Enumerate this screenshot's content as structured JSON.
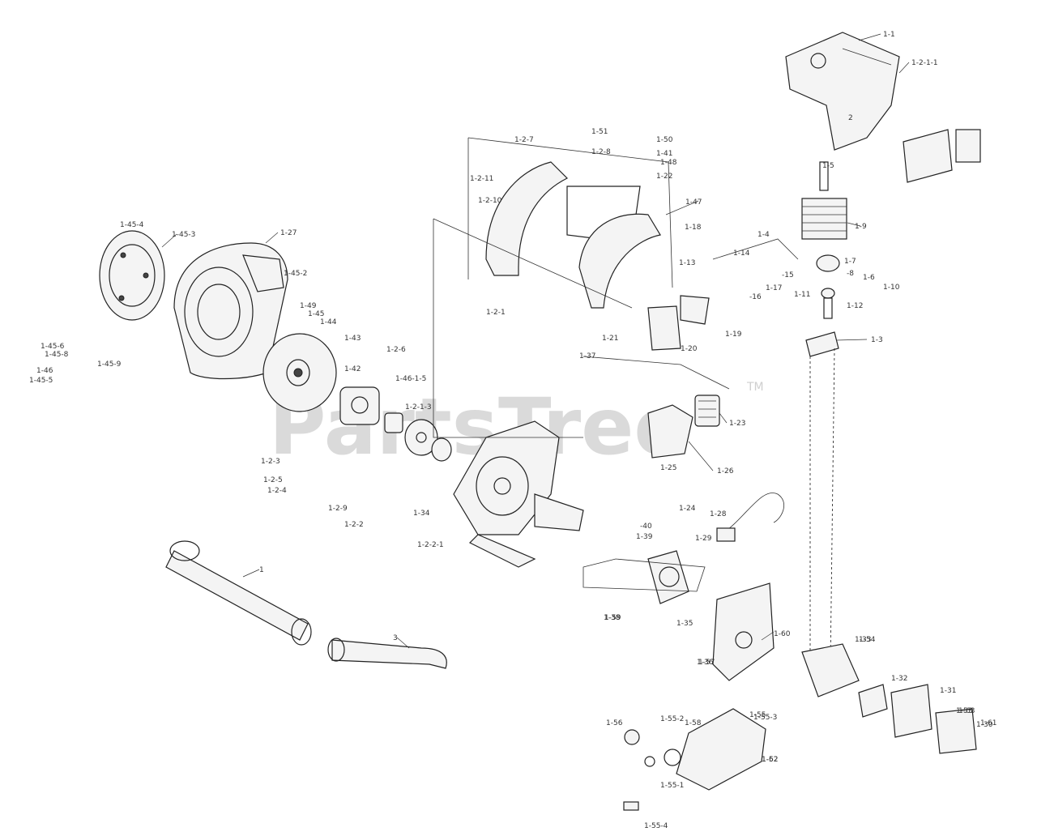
{
  "watermark": {
    "text": "PartsTree",
    "tm": "TM"
  },
  "callouts": [
    {
      "id": "c1",
      "text": "1-1"
    },
    {
      "id": "c2",
      "text": "1-2-1-1"
    },
    {
      "id": "c3",
      "text": "1-3"
    },
    {
      "id": "c4",
      "text": "1-4"
    },
    {
      "id": "c5",
      "text": "1-5"
    },
    {
      "id": "c6",
      "text": "1-6"
    },
    {
      "id": "c7",
      "text": "1-7"
    },
    {
      "id": "c8",
      "text": "-8"
    },
    {
      "id": "c9",
      "text": "1-9"
    },
    {
      "id": "c10",
      "text": "1-10"
    },
    {
      "id": "c11",
      "text": "1-11"
    },
    {
      "id": "c12",
      "text": "1-12"
    },
    {
      "id": "c13",
      "text": "1-13"
    },
    {
      "id": "c14",
      "text": "1-14"
    },
    {
      "id": "c15",
      "text": "-15"
    },
    {
      "id": "c16",
      "text": "-16"
    },
    {
      "id": "c17",
      "text": "1-17"
    },
    {
      "id": "c18",
      "text": "1-18"
    },
    {
      "id": "c19",
      "text": "1-19"
    },
    {
      "id": "c20",
      "text": "1-20"
    },
    {
      "id": "c21",
      "text": "1-21"
    },
    {
      "id": "c22",
      "text": "1-22"
    },
    {
      "id": "c23",
      "text": "1-23"
    },
    {
      "id": "c24",
      "text": "1-24"
    },
    {
      "id": "c25",
      "text": "1-25"
    },
    {
      "id": "c26",
      "text": "1-26"
    },
    {
      "id": "c27",
      "text": "1-27"
    },
    {
      "id": "c28",
      "text": "1-28"
    },
    {
      "id": "c29",
      "text": "1-29"
    },
    {
      "id": "c30",
      "text": "1-30"
    },
    {
      "id": "c31",
      "text": "1-31"
    },
    {
      "id": "c32",
      "text": "1-32"
    },
    {
      "id": "c33",
      "text": "1-33"
    },
    {
      "id": "c34",
      "text": "1-34"
    },
    {
      "id": "c35",
      "text": "1-35"
    },
    {
      "id": "c36",
      "text": "1-36"
    },
    {
      "id": "c37",
      "text": "1-37"
    },
    {
      "id": "c38",
      "text": "1-38"
    },
    {
      "id": "c39",
      "text": "1-39"
    },
    {
      "id": "c40",
      "text": "-40"
    },
    {
      "id": "c41",
      "text": "1-41"
    },
    {
      "id": "c42",
      "text": "1-42"
    },
    {
      "id": "c43",
      "text": "1-43"
    },
    {
      "id": "c44",
      "text": "1-44"
    },
    {
      "id": "c45",
      "text": "1-45"
    },
    {
      "id": "c46",
      "text": "1-46"
    },
    {
      "id": "c47",
      "text": "1-47"
    },
    {
      "id": "c48",
      "text": "1-48"
    },
    {
      "id": "c49",
      "text": "1-49"
    },
    {
      "id": "c50",
      "text": "1-50"
    },
    {
      "id": "c51",
      "text": "1-51"
    },
    {
      "id": "c52",
      "text": "1-52"
    },
    {
      "id": "c53",
      "text": "1-53"
    },
    {
      "id": "c54",
      "text": "1-54"
    },
    {
      "id": "c55",
      "text": "1-55"
    },
    {
      "id": "c56",
      "text": "1-56"
    },
    {
      "id": "c57",
      "text": "1-57"
    },
    {
      "id": "c58",
      "text": "1-58"
    },
    {
      "id": "c59",
      "text": "1-59"
    },
    {
      "id": "c60",
      "text": "1-60"
    },
    {
      "id": "c61",
      "text": "1-61"
    },
    {
      "id": "c62",
      "text": "1-62"
    },
    {
      "id": "c63",
      "text": "1-63"
    },
    {
      "id": "c64",
      "text": "1-2-10"
    },
    {
      "id": "c65",
      "text": "1-2-7"
    },
    {
      "id": "c66",
      "text": "1-2-8"
    },
    {
      "id": "c67",
      "text": "1-2-1"
    },
    {
      "id": "c68",
      "text": "1-2-11"
    },
    {
      "id": "c69",
      "text": "1-2-6"
    },
    {
      "id": "c70",
      "text": "1-2-3"
    },
    {
      "id": "c71",
      "text": "1-2-5"
    },
    {
      "id": "c72",
      "text": "1-2-4"
    },
    {
      "id": "c73",
      "text": "1-2-2"
    },
    {
      "id": "c74",
      "text": "1-2-9"
    },
    {
      "id": "c75",
      "text": "1-45-5"
    },
    {
      "id": "c76",
      "text": "1-45-4"
    },
    {
      "id": "c77",
      "text": "1-45-3"
    },
    {
      "id": "c78",
      "text": "1-45-2"
    },
    {
      "id": "c79",
      "text": "1-45-6"
    },
    {
      "id": "c80",
      "text": "1-45-9"
    },
    {
      "id": "c81",
      "text": "1-45-8"
    },
    {
      "id": "c82",
      "text": "1-46-1-5"
    },
    {
      "id": "c83",
      "text": "1-2-1-3"
    },
    {
      "id": "c84",
      "text": "1-55-1"
    },
    {
      "id": "c85",
      "text": "1-55-2"
    },
    {
      "id": "c86",
      "text": "1-55-3"
    },
    {
      "id": "c87",
      "text": "1-55-4"
    },
    {
      "id": "c88",
      "text": "1-2-2-1"
    },
    {
      "id": "c89",
      "text": "1"
    },
    {
      "id": "c90",
      "text": "2"
    },
    {
      "id": "c91",
      "text": "3"
    }
  ]
}
